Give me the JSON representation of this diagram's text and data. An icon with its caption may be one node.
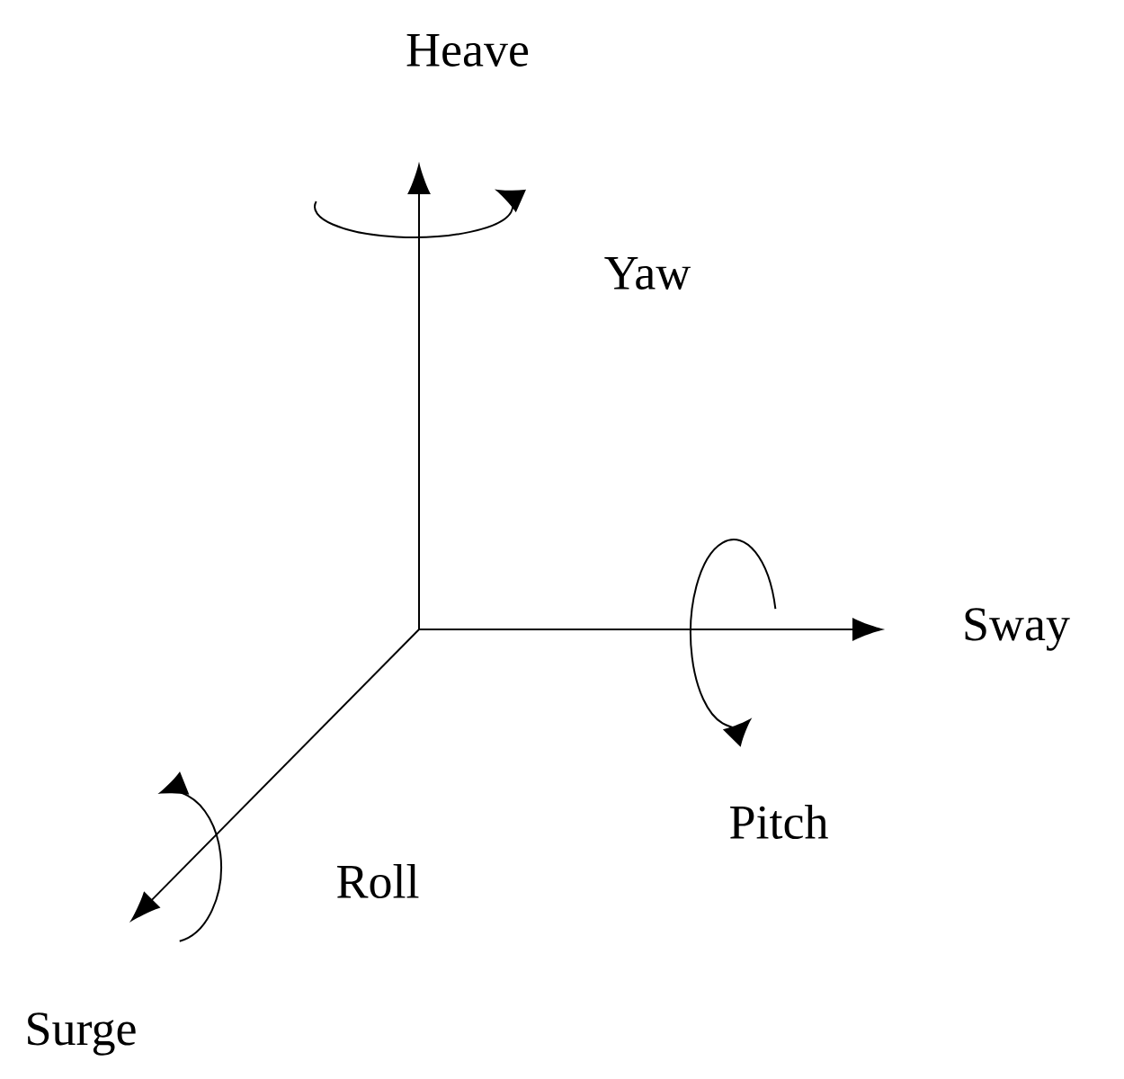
{
  "diagram": {
    "labels": [
      "Heave",
      "Yaw",
      "Sway",
      "Pitch",
      "Roll",
      "Surge"
    ]
  }
}
